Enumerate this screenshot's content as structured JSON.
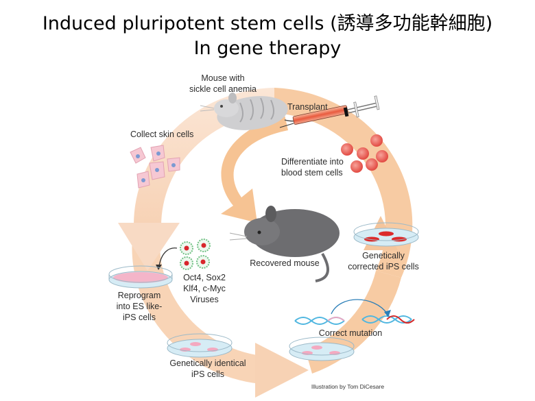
{
  "title": {
    "line1": "Induced pluripotent stem cells (誘導多功能幹細胞)",
    "line2": "In gene therapy"
  },
  "colors": {
    "cycle_arrow": "#f6c79b",
    "cycle_arrow_light": "#fbe3d0",
    "blood_cell": "#e9534a",
    "skin_cell": "#f5c6d2",
    "nucleus": "#6f8fc7",
    "dish_liquid": "#cfe7f2",
    "mouse_gray": "#6f6f71",
    "mouse_sick": "#c9c9cb",
    "virus_green": "#7ec98c",
    "dna_blue": "#4fb6e0",
    "dna_red": "#d42a2a"
  },
  "steps": {
    "sick_mouse": [
      "Mouse with",
      "sickle cell anemia"
    ],
    "collect": [
      "Collect skin cells"
    ],
    "reprogram": [
      "Reprogram",
      "into ES like-",
      "iPS cells"
    ],
    "factors": [
      "Oct4, Sox2",
      "Klf4, c-Myc",
      "Viruses"
    ],
    "identical": [
      "Genetically identical",
      "iPS cells"
    ],
    "correct": [
      "Correct mutation"
    ],
    "corrected": [
      "Genetically",
      "corrected iPS cells"
    ],
    "differentiate": [
      "Differentiate into",
      "blood stem cells"
    ],
    "transplant": [
      "Transplant"
    ],
    "recovered": [
      "Recovered mouse"
    ]
  },
  "credit": "Illustration by Tom DiCesare"
}
